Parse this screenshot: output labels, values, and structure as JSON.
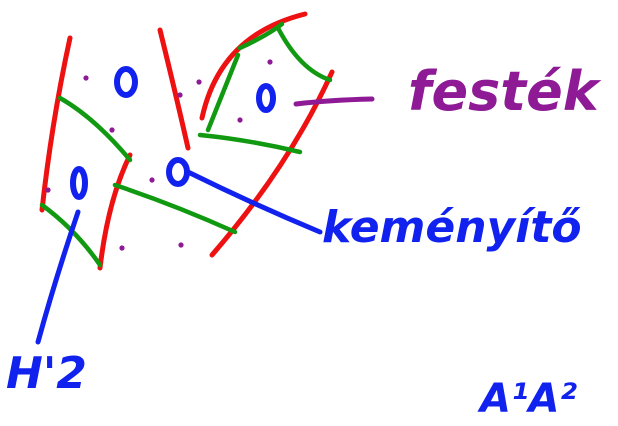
{
  "colors": {
    "background": "#ffffff",
    "red": "#ee1111",
    "green": "#119911",
    "blue": "#1122ee",
    "purple": "#8e1a95"
  },
  "labels": {
    "paint": "festék",
    "hardener": "keményítő",
    "water": "H'2",
    "formula": "A¹A²"
  }
}
